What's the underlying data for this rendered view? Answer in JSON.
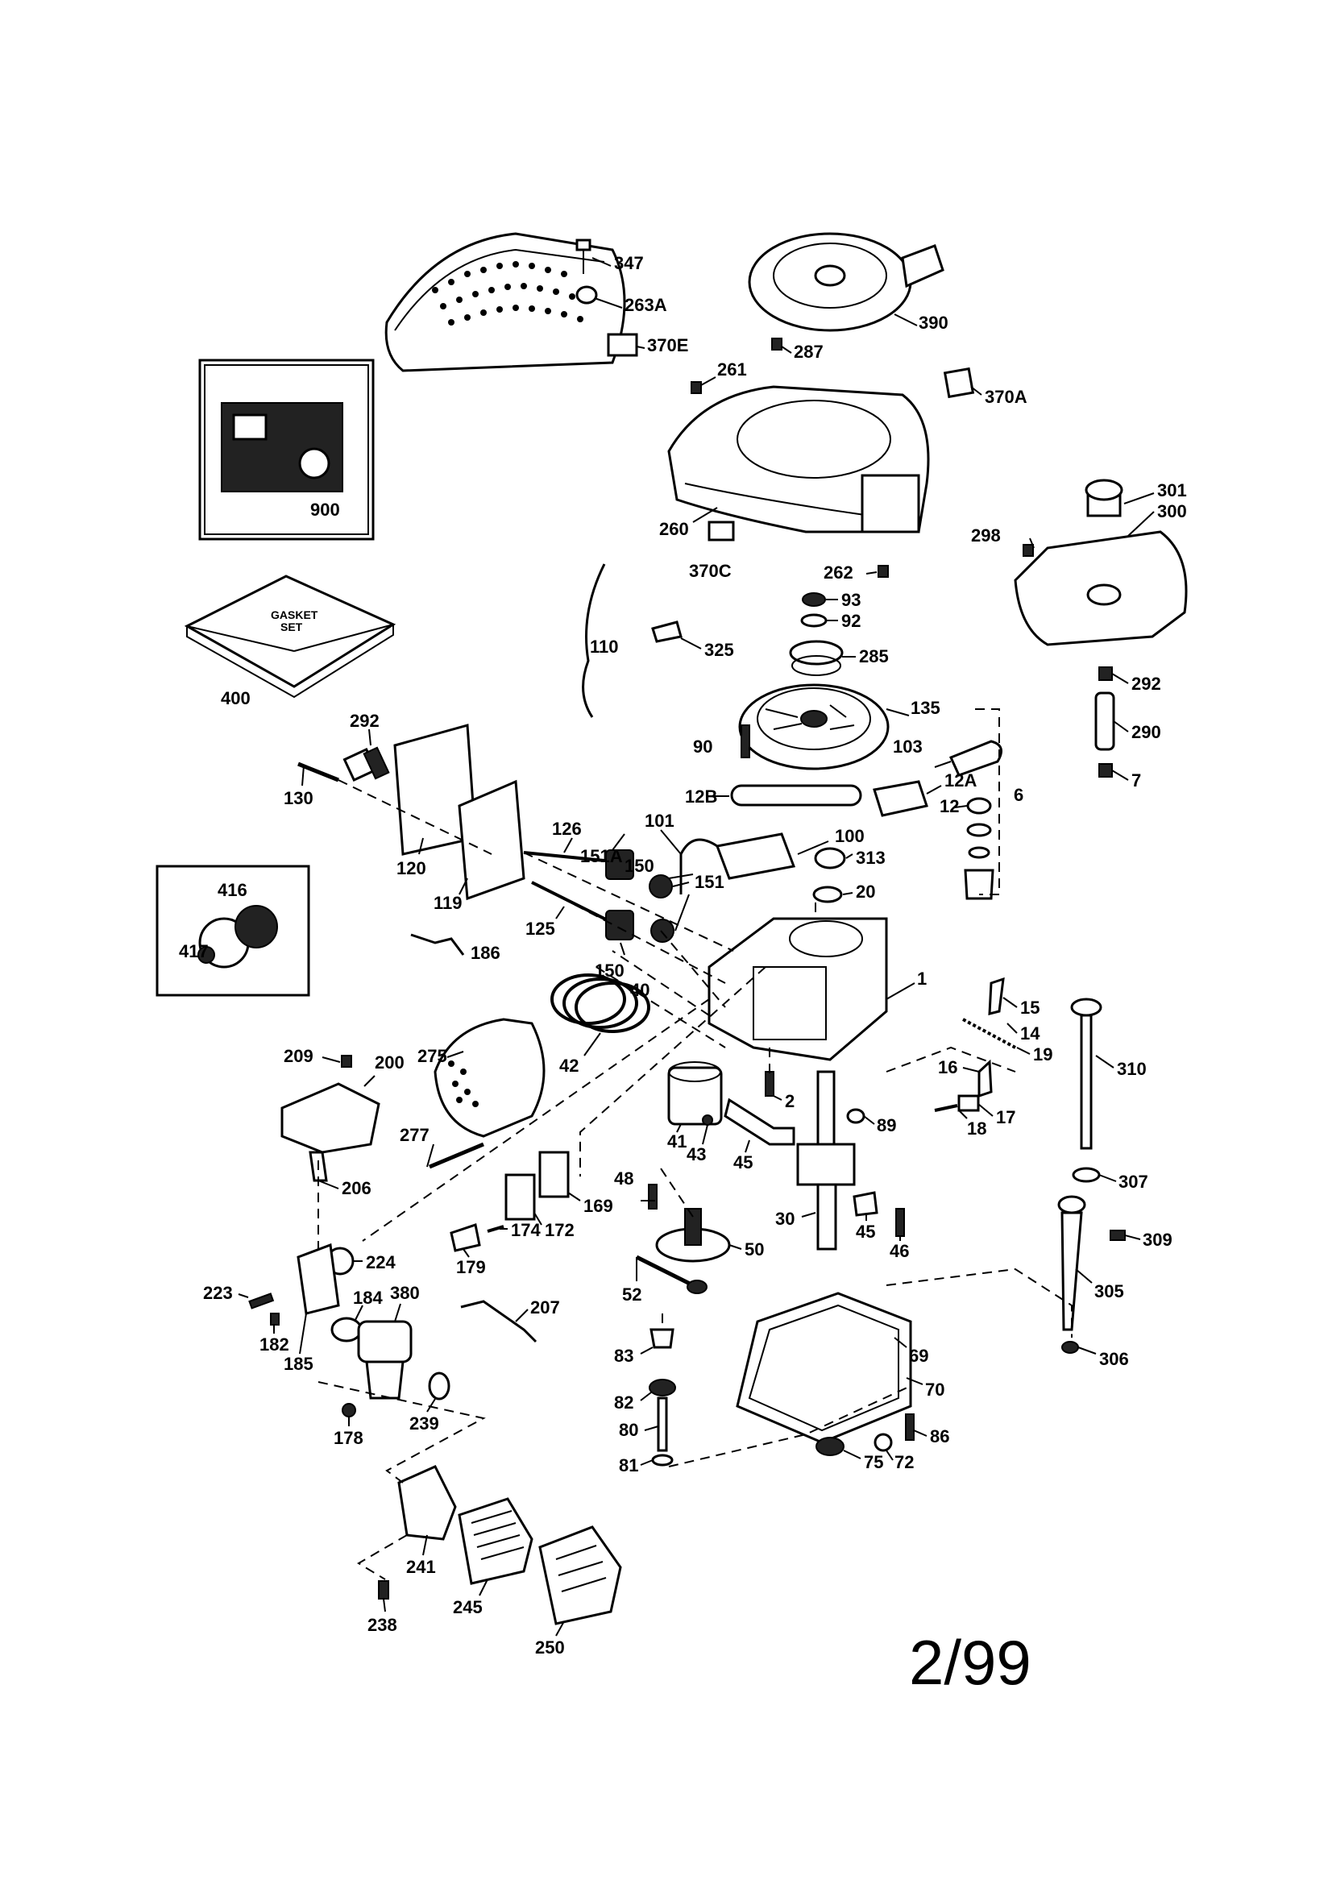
{
  "callouts": [
    {
      "id": "347",
      "label": "347"
    },
    {
      "id": "263A",
      "label": "263A"
    },
    {
      "id": "370E",
      "label": "370E"
    },
    {
      "id": "390",
      "label": "390"
    },
    {
      "id": "287",
      "label": "287"
    },
    {
      "id": "261",
      "label": "261"
    },
    {
      "id": "370A",
      "label": "370A"
    },
    {
      "id": "900",
      "label": "900"
    },
    {
      "id": "260",
      "label": "260"
    },
    {
      "id": "370C",
      "label": "370C"
    },
    {
      "id": "262",
      "label": "262"
    },
    {
      "id": "301",
      "label": "301"
    },
    {
      "id": "300",
      "label": "300"
    },
    {
      "id": "298",
      "label": "298"
    },
    {
      "id": "93",
      "label": "93"
    },
    {
      "id": "92",
      "label": "92"
    },
    {
      "id": "110",
      "label": "110"
    },
    {
      "id": "325",
      "label": "325"
    },
    {
      "id": "285",
      "label": "285"
    },
    {
      "id": "400",
      "label": "400"
    },
    {
      "id": "292a",
      "label": "292"
    },
    {
      "id": "290",
      "label": "290"
    },
    {
      "id": "292b",
      "label": "292"
    },
    {
      "id": "135",
      "label": "135"
    },
    {
      "id": "90",
      "label": "90"
    },
    {
      "id": "103",
      "label": "103"
    },
    {
      "id": "12A",
      "label": "12A"
    },
    {
      "id": "12B",
      "label": "12B"
    },
    {
      "id": "12",
      "label": "12"
    },
    {
      "id": "6",
      "label": "6"
    },
    {
      "id": "7",
      "label": "7"
    },
    {
      "id": "130",
      "label": "130"
    },
    {
      "id": "126",
      "label": "126"
    },
    {
      "id": "101",
      "label": "101"
    },
    {
      "id": "100",
      "label": "100"
    },
    {
      "id": "151A",
      "label": "151A"
    },
    {
      "id": "150a",
      "label": "150"
    },
    {
      "id": "120",
      "label": "120"
    },
    {
      "id": "119",
      "label": "119"
    },
    {
      "id": "313",
      "label": "313"
    },
    {
      "id": "20",
      "label": "20"
    },
    {
      "id": "416",
      "label": "416"
    },
    {
      "id": "151",
      "label": "151"
    },
    {
      "id": "125",
      "label": "125"
    },
    {
      "id": "417",
      "label": "417"
    },
    {
      "id": "186",
      "label": "186"
    },
    {
      "id": "1",
      "label": "1"
    },
    {
      "id": "150b",
      "label": "150"
    },
    {
      "id": "40",
      "label": "40"
    },
    {
      "id": "15",
      "label": "15"
    },
    {
      "id": "14",
      "label": "14"
    },
    {
      "id": "19",
      "label": "19"
    },
    {
      "id": "310",
      "label": "310"
    },
    {
      "id": "42",
      "label": "42"
    },
    {
      "id": "209",
      "label": "209"
    },
    {
      "id": "200",
      "label": "200"
    },
    {
      "id": "275",
      "label": "275"
    },
    {
      "id": "16",
      "label": "16"
    },
    {
      "id": "2",
      "label": "2"
    },
    {
      "id": "17",
      "label": "17"
    },
    {
      "id": "18",
      "label": "18"
    },
    {
      "id": "89",
      "label": "89"
    },
    {
      "id": "41",
      "label": "41"
    },
    {
      "id": "43",
      "label": "43"
    },
    {
      "id": "277",
      "label": "277"
    },
    {
      "id": "45a",
      "label": "45"
    },
    {
      "id": "206",
      "label": "206"
    },
    {
      "id": "307",
      "label": "307"
    },
    {
      "id": "48",
      "label": "48"
    },
    {
      "id": "169",
      "label": "169"
    },
    {
      "id": "172",
      "label": "172"
    },
    {
      "id": "30",
      "label": "30"
    },
    {
      "id": "45b",
      "label": "45"
    },
    {
      "id": "46",
      "label": "46"
    },
    {
      "id": "309",
      "label": "309"
    },
    {
      "id": "174",
      "label": "174"
    },
    {
      "id": "50",
      "label": "50"
    },
    {
      "id": "224",
      "label": "224"
    },
    {
      "id": "179",
      "label": "179"
    },
    {
      "id": "380",
      "label": "380"
    },
    {
      "id": "184",
      "label": "184"
    },
    {
      "id": "223",
      "label": "223"
    },
    {
      "id": "52",
      "label": "52"
    },
    {
      "id": "305",
      "label": "305"
    },
    {
      "id": "207",
      "label": "207"
    },
    {
      "id": "182",
      "label": "182"
    },
    {
      "id": "185",
      "label": "185"
    },
    {
      "id": "69",
      "label": "69"
    },
    {
      "id": "83",
      "label": "83"
    },
    {
      "id": "306",
      "label": "306"
    },
    {
      "id": "70",
      "label": "70"
    },
    {
      "id": "82",
      "label": "82"
    },
    {
      "id": "239",
      "label": "239"
    },
    {
      "id": "178",
      "label": "178"
    },
    {
      "id": "80",
      "label": "80"
    },
    {
      "id": "86",
      "label": "86"
    },
    {
      "id": "81",
      "label": "81"
    },
    {
      "id": "75",
      "label": "75"
    },
    {
      "id": "72",
      "label": "72"
    },
    {
      "id": "241",
      "label": "241"
    },
    {
      "id": "245",
      "label": "245"
    },
    {
      "id": "238",
      "label": "238"
    },
    {
      "id": "250",
      "label": "250"
    }
  ],
  "box_text": {
    "gasket_line1": "GASKET",
    "gasket_line2": "SET"
  },
  "footer": {
    "revision": "2/99"
  }
}
